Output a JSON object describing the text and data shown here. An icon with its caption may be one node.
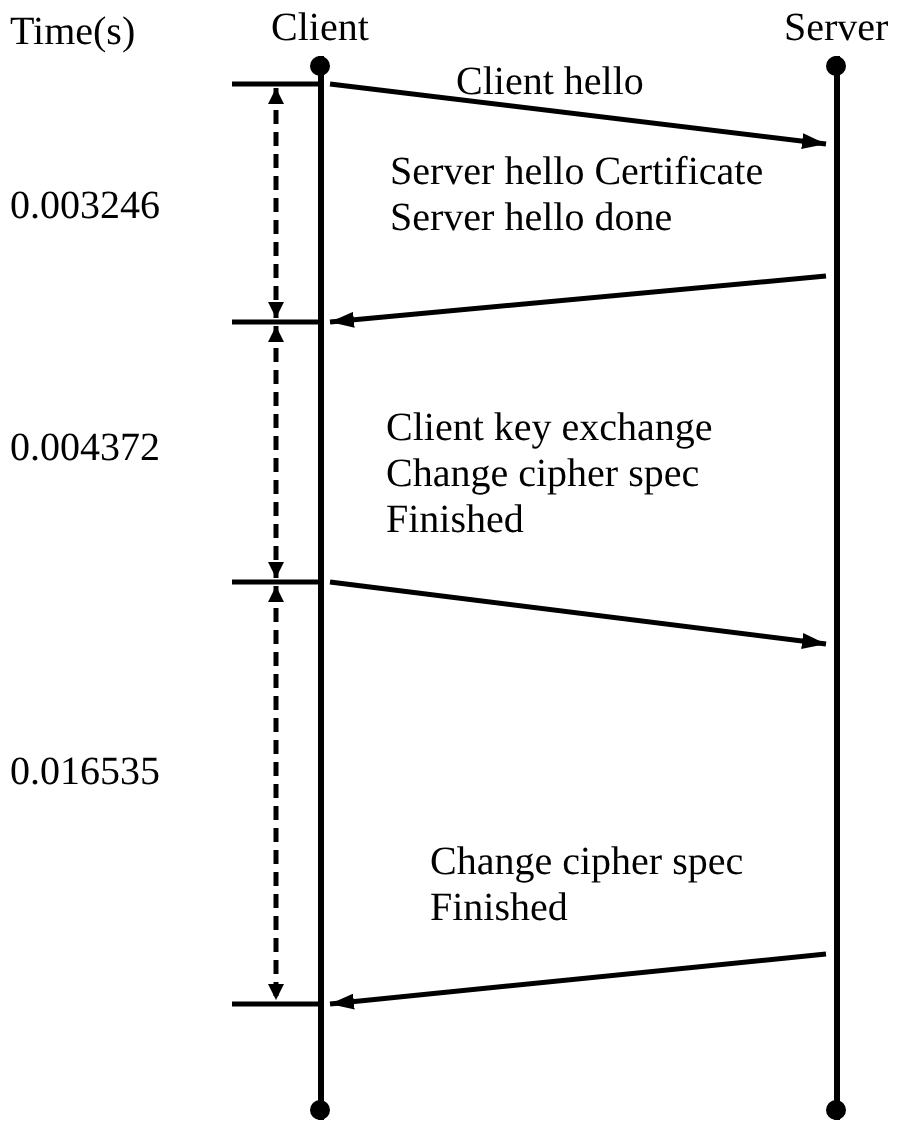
{
  "diagram": {
    "nodes": [
      {
        "text": [
          "Client"
        ]
      },
      {
        "text": [
          "Server"
        ]
      }
    ],
    "edges": [
      {
        "from": 0,
        "to": 1,
        "arrow": "to",
        "label": "Client hello"
      },
      {
        "from": 1,
        "to": 0,
        "arrow": "to",
        "label": "Server hello Certificate Server hello done"
      },
      {
        "from": 0,
        "to": 1,
        "arrow": "to",
        "label": "Client key exchange Change cipher spec Finished"
      },
      {
        "from": 1,
        "to": 0,
        "arrow": "to",
        "label": "Change cipher spec Finished"
      }
    ],
    "labels": [
      "Time(s)",
      "0.003246",
      "0.004372",
      "0.016535"
    ]
  }
}
